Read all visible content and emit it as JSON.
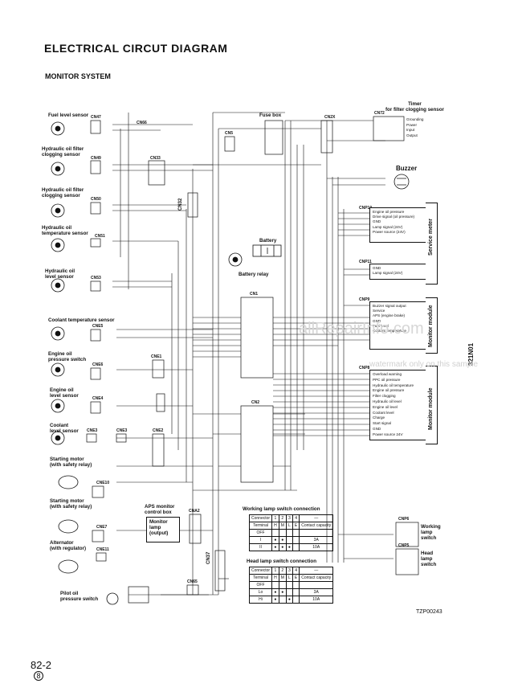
{
  "title": "ELECTRICAL CIRCUT DIAGRAM",
  "subtitle": "MONITOR SYSTEM",
  "sensors": {
    "fuel": "Fuel level sensor",
    "hyd_filter1": "Hydraulic oil filter\nclogging sensor",
    "hyd_filter2": "Hydraulic oil filter\nclogging sensor",
    "hyd_temp": "Hydraulic oil\ntemperature sensor",
    "hyd_level": "Hydraulic oil\nlevel sensor",
    "coolant_temp": "Coolant temperature sensor",
    "engine_oil_pressure": "Engine oil\npressure switch",
    "engine_oil_level": "Engine oil\nlevel sensor",
    "coolant_level": "Coolant\nlevel sensor",
    "starting_motor1": "Starting motor\n(with safety relay)",
    "starting_motor2": "Starting motor\n(with safety relay)",
    "alternator": "Alternator\n(with regulator)",
    "pilot": "Pilot oil\npressure switch"
  },
  "connectors": {
    "cn47": "CN47",
    "cn66": "CN66",
    "cn49": "CN49",
    "cn33": "CN33",
    "cn50": "CN50",
    "cn51": "CN51",
    "cn53": "CN53",
    "cn32": "CN32",
    "cn5": "CN5",
    "cn2x": "CN2X",
    "cn72": "CN72",
    "cnp10": "CNP10",
    "cnp11": "CNP11",
    "cnp9": "CNP9",
    "cnp8": "CNP8",
    "cn1": "CN1",
    "cn2": "CN2",
    "cne5": "CNE5",
    "cne6": "CNE6",
    "cne4": "CNE4",
    "cne1": "CNE1",
    "cne3a": "CNE3",
    "cne3b": "CNE3",
    "cne2": "CNE2",
    "cne10": "CNE10",
    "cne7": "CNE7",
    "cne11": "CNE11",
    "cna2": "CNA2",
    "cn37": "CN37",
    "cn65": "CN65",
    "cnp6": "CNP6",
    "cnp5": "CNP5"
  },
  "components": {
    "fuse_box": "Fuse box",
    "timer": "Timer\nfor filter clogging sensor",
    "timer_pins": "Grounding\nPower\nInput\nOutput",
    "buzzer": "Buzzer",
    "battery": "Battery",
    "battery_relay": "Battery relay",
    "aps_box": "APS monitor\ncontrol box",
    "monitor_lamp": "Monitor\nlamp\n(output)",
    "working_lamp_switch": "Working\nlamp\nswitch",
    "head_lamp_switch": "Head\nlamp\nswitch"
  },
  "service_meter": {
    "label": "Service meter",
    "signals_a": [
      "Engine oil pressure",
      "Drive signal (oil pressure)",
      "GND",
      "Lamp signal (24V)",
      "Power source (24V)"
    ],
    "signals_b": [
      "GND",
      "Lamp signal (24V)"
    ]
  },
  "monitor_module_top": {
    "label": "Monitor module",
    "signals": [
      "Buzzer signal output",
      "Service",
      "APS (engine brake)",
      "GND",
      "Fuel level",
      "Coolant temperature"
    ]
  },
  "monitor_module_bottom": {
    "label": "Monitor module",
    "signals": [
      "Overload warning",
      "PPC oil pressure",
      "Hydraulic oil temperature",
      "Engine oil pressure",
      "Filter clogging",
      "Hydraulic oil level",
      "Engine oil level",
      "Coolant level",
      "Charge",
      "Start signal",
      "GND",
      "Power source 24V"
    ]
  },
  "working_lamp_table": {
    "title": "Working lamp switch connection",
    "header": [
      "Connector",
      "1",
      "2",
      "3",
      "4",
      "—"
    ],
    "sub_header": [
      "Terminal",
      "H",
      "M",
      "L",
      "E",
      "Contact capacity"
    ],
    "rows": [
      [
        "OFF",
        "",
        "",
        "",
        "",
        ""
      ],
      [
        "I",
        "",
        "",
        "",
        "",
        "3A"
      ],
      [
        "II",
        "",
        "",
        "",
        "",
        "10A"
      ]
    ]
  },
  "head_lamp_table": {
    "title": "Head lamp switch connection",
    "header": [
      "Connector",
      "1",
      "2",
      "3",
      "4",
      "—"
    ],
    "sub_header": [
      "Terminal",
      "H",
      "M",
      "L",
      "E",
      "Contact capacity"
    ],
    "rows": [
      [
        "OFF",
        "",
        "",
        "",
        "",
        ""
      ],
      [
        "Lo",
        "",
        "",
        "",
        "",
        "3A"
      ],
      [
        "Hi",
        "",
        "",
        "",
        "",
        "10A"
      ]
    ]
  },
  "side_code": "321N01",
  "figure_id": "TZP00243",
  "page_number": "82-2",
  "revision": "8",
  "watermark_main": "allRepairInfo.com",
  "watermark_sub": "watermark only on this sample"
}
